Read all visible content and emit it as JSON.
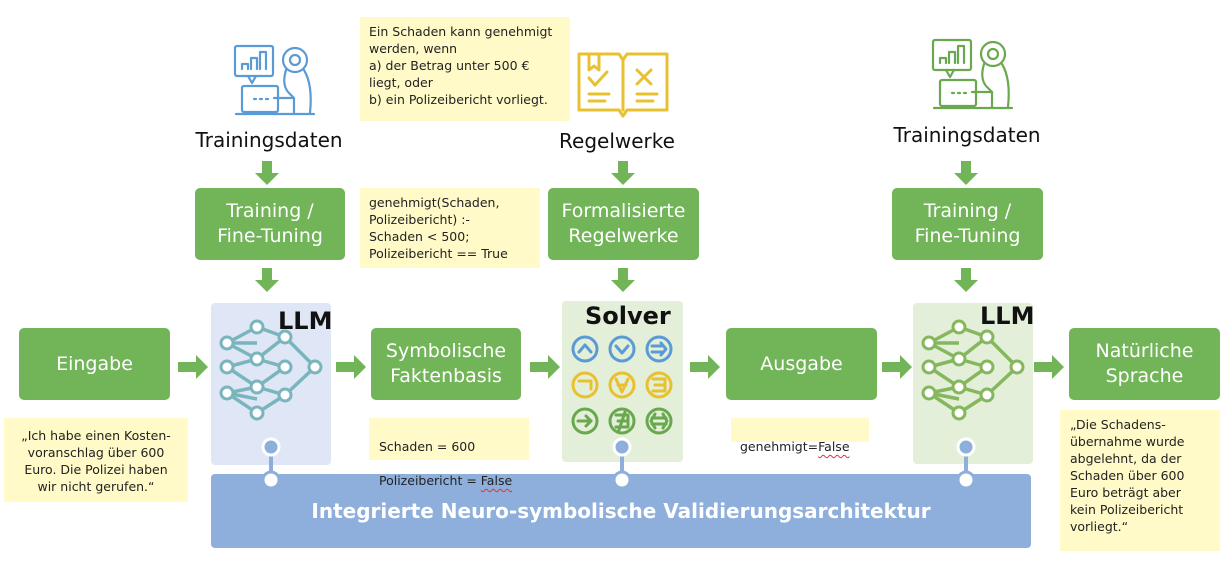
{
  "top": {
    "left_caption": "Trainingsdaten",
    "middle_caption": "Regelwerke",
    "right_caption": "Trainingsdaten",
    "rule_note": "Ein Schaden kann genehmigt\nwerden, wenn\na) der Betrag unter 500 €\nliegt, oder\nb) ein Polizeibericht vorliegt."
  },
  "boxes": {
    "training_left": "Training /\nFine-Tuning",
    "formalized_rules": "Formalisierte\nRegelwerke",
    "training_right": "Training /\nFine-Tuning",
    "input": "Eingabe",
    "fact_base": "Symbolische\nFaktenbasis",
    "output": "Ausgabe",
    "natural_language": "Natürliche\nSprache"
  },
  "panels": {
    "llm_left": "LLM",
    "solver": "Solver",
    "llm_right": "LLM"
  },
  "notes": {
    "formal_rule": "genehmigt(Schaden,\nPolizeibericht) :-\n    Schaden < 500;\n    Polizeibericht == True",
    "input_text": "„Ich habe einen Kosten-\nvoranschlag über 600\nEuro. Die Polizei haben\nwir nicht gerufen.“",
    "facts_line1": "Schaden = 600",
    "facts_line2_prefix": "Polizeibericht = ",
    "facts_line2_value": "False",
    "output_prefix": "genehmigt=",
    "output_value": "False",
    "response_text": "„Die Schadens-\nübernahme wurde\nabgelehnt, da der\nSchaden über 600\nEuro beträgt aber\nkein Polizeibericht\nvorliegt.“"
  },
  "bottom_bar": "Integrierte Neuro-symbolische Validierungsarchitektur",
  "colors": {
    "green_box": "#72b458",
    "arrow": "#72b458",
    "note_bg": "#fffac8",
    "llm_panel_left": "#dfe6f5",
    "solver_panel": "#e3efd9",
    "llm_panel_right": "#e3efd9",
    "bar": "#8eafdb",
    "icon_blue": "#5b9bd5",
    "icon_yellow": "#e8c130",
    "icon_green": "#6aa84f",
    "neural_teal": "#7ab5be",
    "neural_green": "#86b75e"
  },
  "icons": {
    "trainer_left": "person-laptop-chart-icon",
    "rulebook": "rulebook-check-cross-icon",
    "trainer_right": "person-laptop-chart-icon",
    "llm_left": "neural-network-icon",
    "llm_right": "neural-network-icon",
    "solver": "logic-symbols-grid-icon"
  }
}
